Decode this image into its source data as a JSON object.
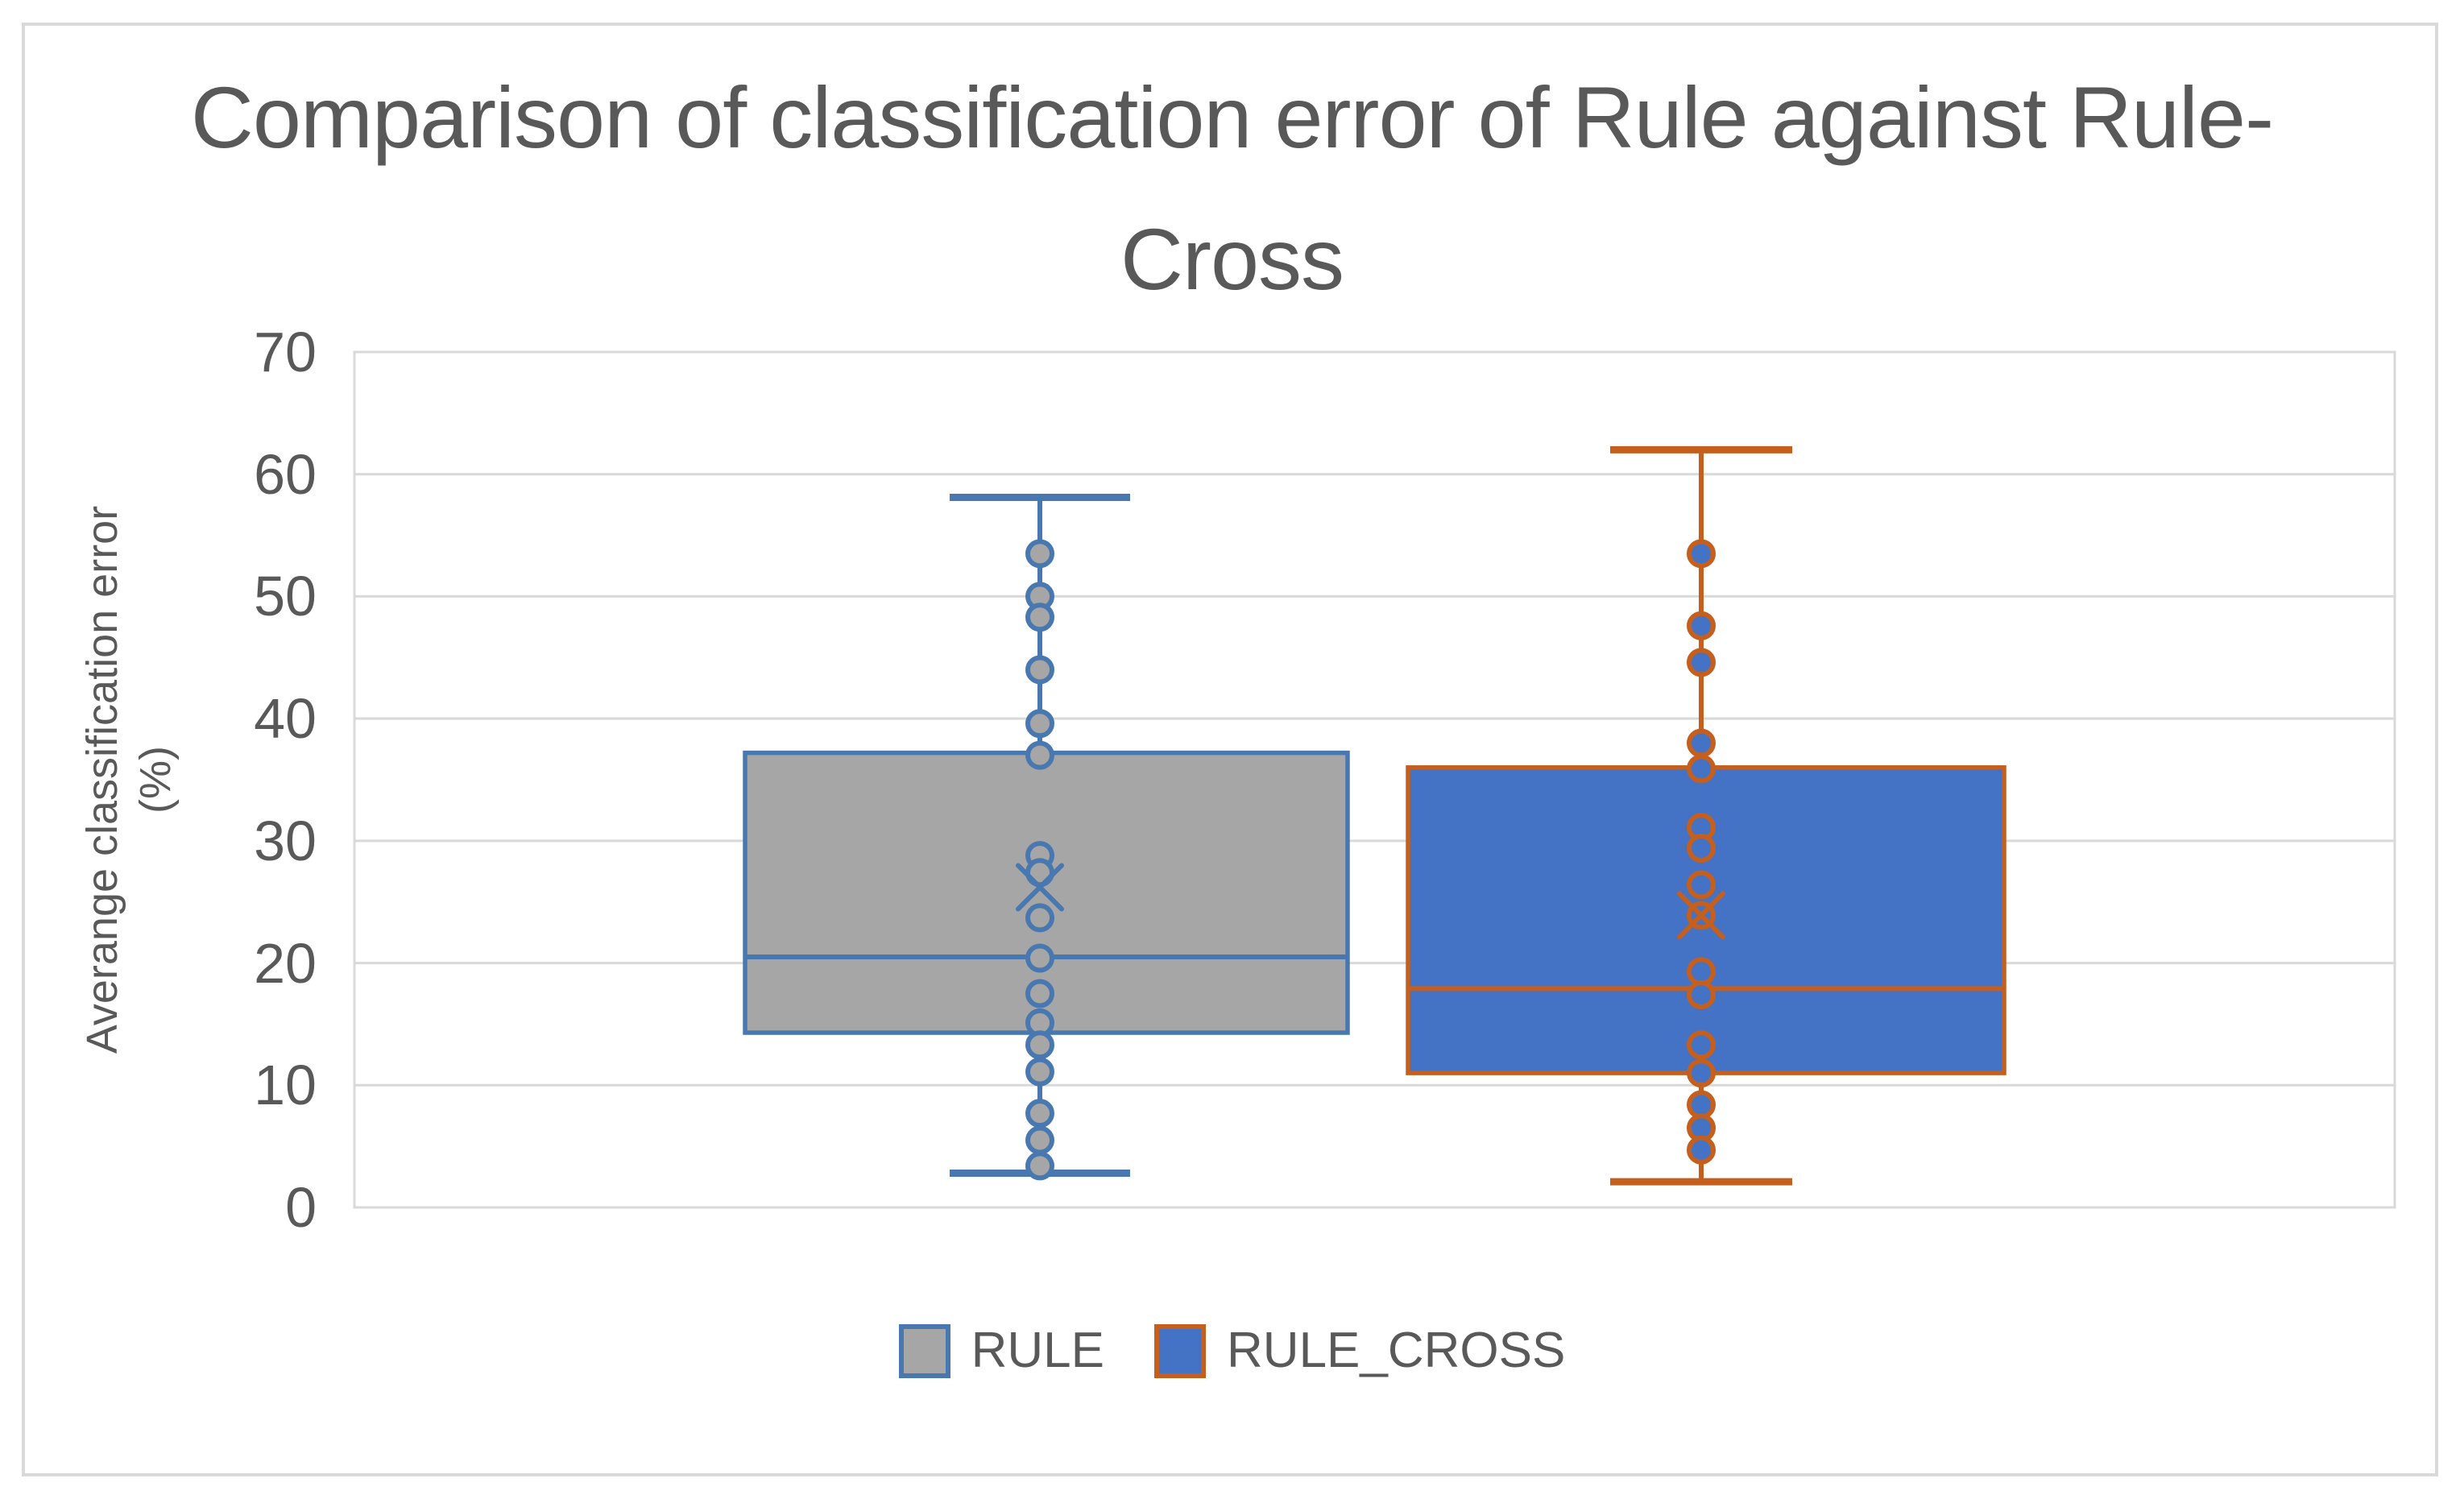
{
  "chart_data": {
    "type": "boxplot",
    "title_lines": [
      "Comparison of classification error of Rule against Rule-",
      "Cross"
    ],
    "title": "Comparison of classification error of Rule against Rule-Cross",
    "ylabel_lines": [
      "Averange classification error",
      "(%)"
    ],
    "ylabel": "Averange classification error (%)",
    "xlabel": "",
    "ylim": [
      0,
      70
    ],
    "yticks": [
      0,
      10,
      20,
      30,
      40,
      50,
      60,
      70
    ],
    "grid": true,
    "legend_position": "bottom",
    "colors": {
      "text": "#595959",
      "gridline": "#d9d9d9",
      "frame_border": "#d9d9d9",
      "background": "#ffffff"
    },
    "series": [
      {
        "name": "RULE",
        "fill": "#a6a6a6",
        "stroke": "#4878af",
        "box": {
          "whisker_min": 2.8,
          "q1": 14.3,
          "median": 20.5,
          "q3": 37.2,
          "whisker_max": 58.1,
          "mean": 26.2
        },
        "points": [
          53.5,
          50.0,
          48.3,
          44.0,
          39.6,
          37.0,
          28.8,
          27.4,
          23.7,
          20.4,
          17.5,
          15.1,
          13.3,
          11.1,
          7.7,
          5.5,
          3.4
        ]
      },
      {
        "name": "RULE_CROSS",
        "fill": "#4472c4",
        "stroke": "#c55f1e",
        "box": {
          "whisker_min": 2.1,
          "q1": 11.0,
          "median": 17.9,
          "q3": 36.0,
          "whisker_max": 62.0,
          "mean": 23.9
        },
        "points": [
          53.5,
          47.6,
          44.6,
          38.0,
          35.9,
          31.1,
          29.4,
          26.4,
          23.9,
          19.3,
          17.4,
          13.3,
          11.0,
          8.4,
          6.5,
          4.7
        ]
      }
    ]
  }
}
